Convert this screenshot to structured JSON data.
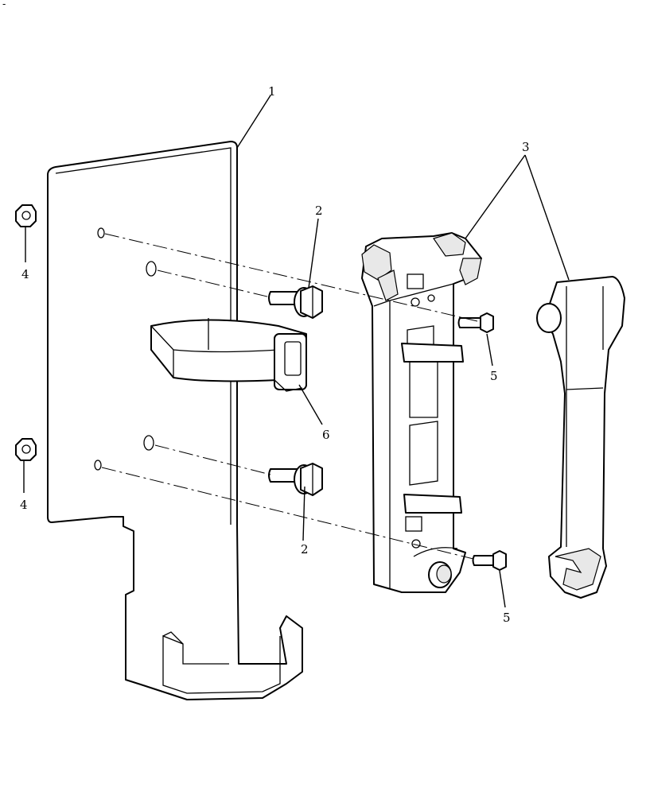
{
  "corner_mark": "-",
  "callouts": {
    "plate": "1",
    "bolt_upper": "2",
    "bolt_lower": "2",
    "handle_assembly": "3",
    "nut_upper": "4",
    "nut_lower": "4",
    "screw_upper": "5",
    "screw_lower": "5",
    "strap_clamp": "6"
  }
}
